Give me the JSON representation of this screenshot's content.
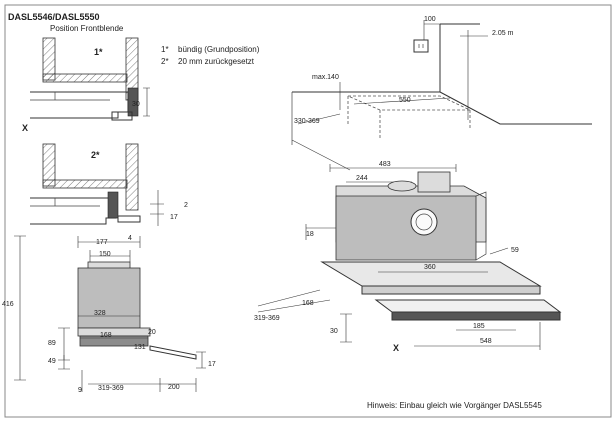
{
  "title": "DASL5546/DASL5550",
  "subtitle": "Position Frontblende",
  "legend": {
    "item1_mark": "1*",
    "item1_text": "bündig (Grundposition)",
    "item2_mark": "2*",
    "item2_text": "20 mm zurückgesetzt"
  },
  "detail_labels": {
    "d1": "1*",
    "d2": "2*",
    "x_left": "X",
    "x_right": "X"
  },
  "dims_left_top": {
    "d30": "30",
    "d2": "2",
    "d17": "17"
  },
  "dims_left_bottom": {
    "d177": "177",
    "d4": "4",
    "d150": "150",
    "d416": "416",
    "d328": "328",
    "d168": "168",
    "d20": "20",
    "d89": "89",
    "d131": "131",
    "d49": "49",
    "d17": "17",
    "d9": "9",
    "d319_369": "319-369",
    "d200": "200"
  },
  "dims_iso": {
    "d100": "100",
    "d2_05m": "2.05 m",
    "dmax140": "max.140",
    "d550": "550",
    "d330_369": "330-369",
    "d483": "483",
    "d244": "244",
    "d18": "18",
    "d59": "59",
    "d360": "360",
    "d168": "168",
    "d319_369": "319-369",
    "d30": "30",
    "d185": "185",
    "d548": "548"
  },
  "note": "Hinweis: Einbau gleich wie Vorgänger DASL5545",
  "icons": {
    "socket": "socket-icon"
  },
  "colors": {
    "line": "#333333",
    "fill_dark": "#555555",
    "fill_grey": "#bdbdbd",
    "frame": "#888888"
  }
}
